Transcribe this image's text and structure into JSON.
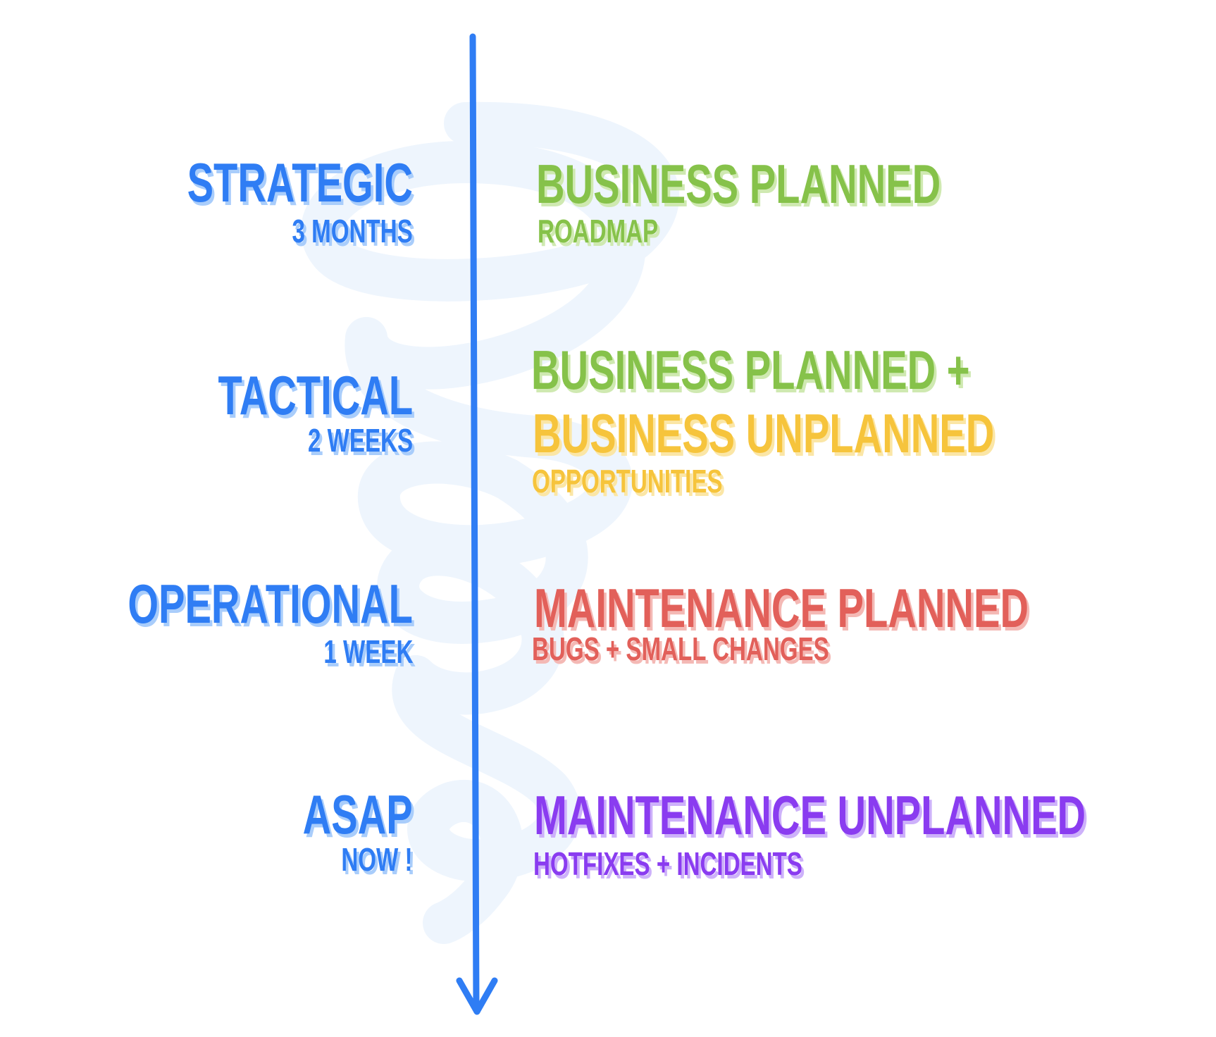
{
  "colors": {
    "axis": "#2f7df4",
    "strategic_business_planned": "#86c24a",
    "business_unplanned": "#f6c43c",
    "maintenance_planned": "#e2605a",
    "maintenance_unplanned": "#8a3cf0",
    "spiral_background": "#eef5fd"
  },
  "levels": [
    {
      "title": "Strategic",
      "horizon": "3 months"
    },
    {
      "title": "Tactical",
      "horizon": "2 weeks"
    },
    {
      "title": "Operational",
      "horizon": "1 week"
    },
    {
      "title": "ASAP",
      "horizon": "now !"
    }
  ],
  "work_types": {
    "strategic": {
      "title": "Business Planned",
      "note": "Roadmap"
    },
    "tactical": {
      "title_1": "Business Planned +",
      "title_2": "Business Unplanned",
      "note": "Opportunities"
    },
    "operational": {
      "title": "Maintenance  Planned",
      "note": "Bugs + small  changes"
    },
    "asap": {
      "title": "Maintenance  Unplanned",
      "note": "Hotfixes + incidents"
    }
  }
}
